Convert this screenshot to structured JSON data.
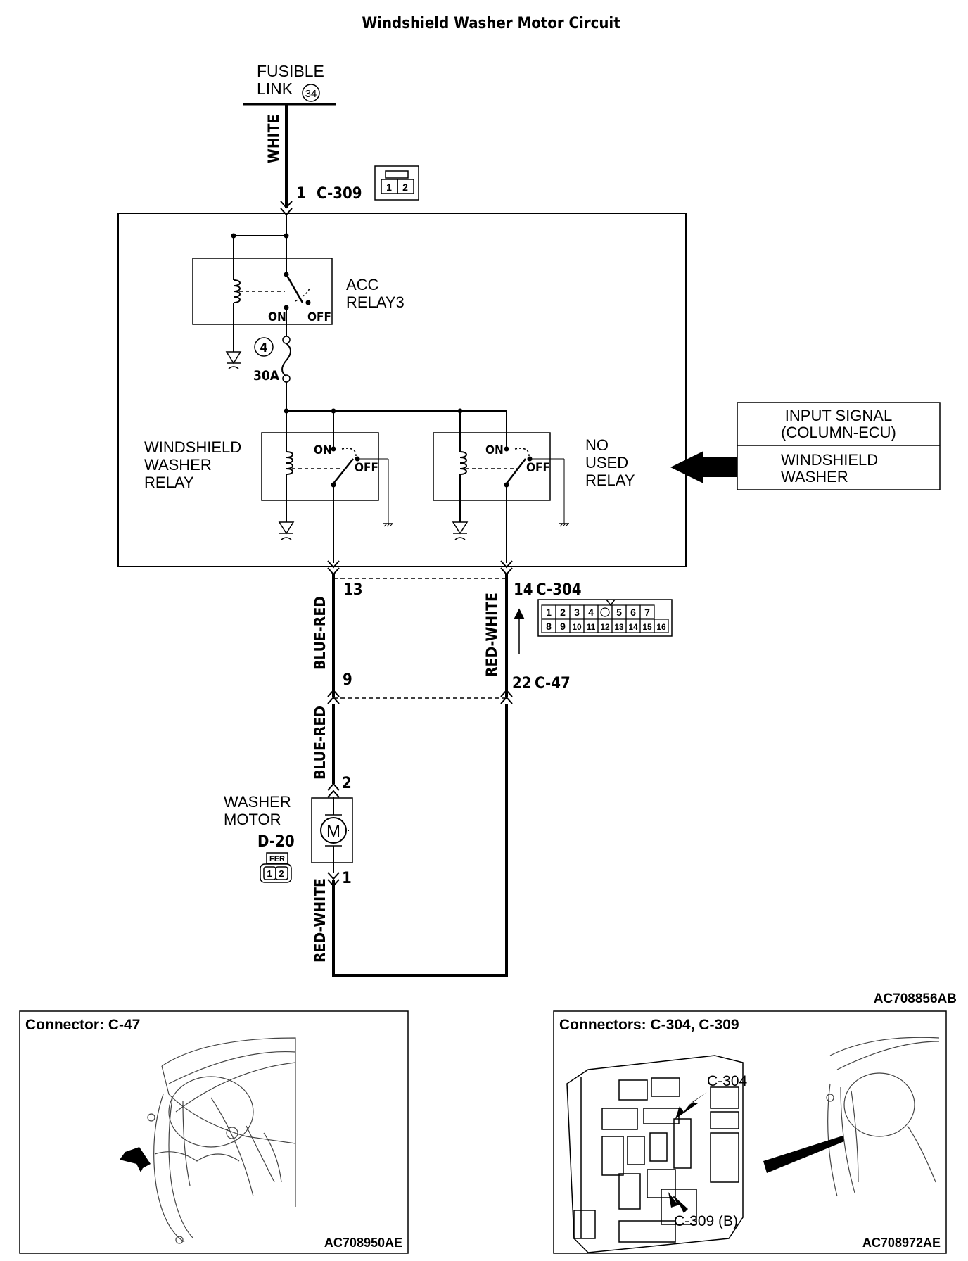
{
  "title": "Windshield Washer Motor Circuit",
  "fusible_link": {
    "line1": "FUSIBLE",
    "line2": "LINK",
    "number": "34"
  },
  "wires": {
    "white": "WHITE",
    "blue_red_1": "BLUE-RED",
    "blue_red_2": "BLUE-RED",
    "red_white_1": "RED-WHITE",
    "red_white_2": "RED-WHITE"
  },
  "c309": {
    "pin": "1",
    "name": "C-309",
    "cavities": [
      "1",
      "2"
    ]
  },
  "acc_relay": {
    "line1": "ACC",
    "line2": "RELAY3",
    "on": "ON",
    "off": "OFF"
  },
  "fuse": {
    "number": "4",
    "rating": "30A"
  },
  "washer_relay": {
    "line1": "WINDSHIELD",
    "line2": "WASHER",
    "line3": "RELAY",
    "on": "ON",
    "off": "OFF"
  },
  "no_used_relay": {
    "line1": "NO",
    "line2": "USED",
    "line3": "RELAY",
    "on": "ON",
    "off": "OFF"
  },
  "input_signal": {
    "line1": "INPUT SIGNAL",
    "line2": "(COLUMN-ECU)",
    "line3": "WINDSHIELD",
    "line4": "WASHER"
  },
  "c304": {
    "pin_left": "13",
    "pin_right": "14",
    "name": "C-304",
    "row1": [
      "1",
      "2",
      "3",
      "4",
      "",
      "5",
      "6",
      "7"
    ],
    "row2": [
      "8",
      "9",
      "10",
      "11",
      "12",
      "13",
      "14",
      "15",
      "16"
    ]
  },
  "c47": {
    "pin_left": "9",
    "pin_right": "22",
    "name": "C-47"
  },
  "washer_motor": {
    "line1": "WASHER",
    "line2": "MOTOR",
    "connector": "D-20",
    "pin_top": "2",
    "pin_bottom": "1",
    "symbol": "M",
    "tag": "FER",
    "cavities": [
      "1",
      "2"
    ]
  },
  "diagram_code": "AC708856AB",
  "panel_left": {
    "title": "Connector: C-47",
    "code": "AC708950AE"
  },
  "panel_right": {
    "title": "Connectors: C-304, C-309",
    "label_a": "C-304",
    "label_b": "C-309 (B)",
    "code": "AC708972AE"
  }
}
